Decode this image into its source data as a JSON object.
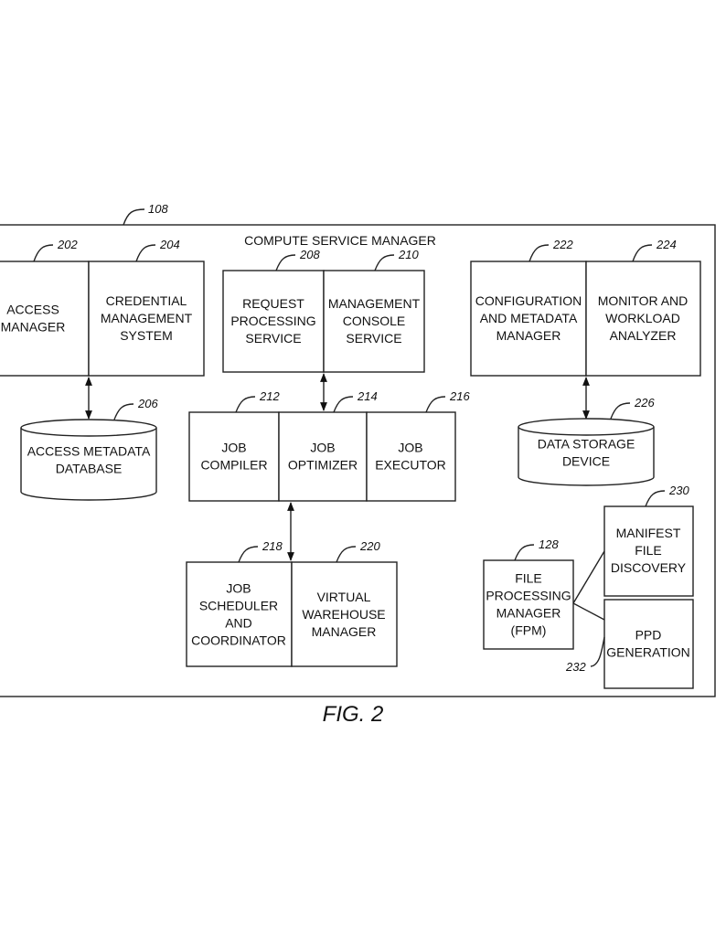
{
  "figure_label": "FIG. 2",
  "container": {
    "title": "COMPUTE SERVICE MANAGER",
    "ref": "108"
  },
  "components": {
    "access_manager": {
      "ref": "202",
      "lines": [
        "ACCESS",
        "MANAGER"
      ]
    },
    "credential_management": {
      "ref": "204",
      "lines": [
        "CREDENTIAL",
        "MANAGEMENT",
        "SYSTEM"
      ]
    },
    "access_metadata_db": {
      "ref": "206",
      "lines": [
        "ACCESS METADATA",
        "DATABASE"
      ]
    },
    "request_processing": {
      "ref": "208",
      "lines": [
        "REQUEST",
        "PROCESSING",
        "SERVICE"
      ]
    },
    "management_console": {
      "ref": "210",
      "lines": [
        "MANAGEMENT",
        "CONSOLE",
        "SERVICE"
      ]
    },
    "job_compiler": {
      "ref": "212",
      "lines": [
        "JOB",
        "COMPILER"
      ]
    },
    "job_optimizer": {
      "ref": "214",
      "lines": [
        "JOB",
        "OPTIMIZER"
      ]
    },
    "job_executor": {
      "ref": "216",
      "lines": [
        "JOB",
        "EXECUTOR"
      ]
    },
    "job_scheduler": {
      "ref": "218",
      "lines": [
        "JOB",
        "SCHEDULER",
        "AND",
        "COORDINATOR"
      ]
    },
    "virtual_warehouse": {
      "ref": "220",
      "lines": [
        "VIRTUAL",
        "WAREHOUSE",
        "MANAGER"
      ]
    },
    "config_metadata": {
      "ref": "222",
      "lines": [
        "CONFIGURATION",
        "AND METADATA",
        "MANAGER"
      ]
    },
    "monitor_workload": {
      "ref": "224",
      "lines": [
        "MONITOR AND",
        "WORKLOAD",
        "ANALYZER"
      ]
    },
    "data_storage": {
      "ref": "226",
      "lines": [
        "DATA STORAGE",
        "DEVICE"
      ]
    },
    "file_processing": {
      "ref": "128",
      "lines": [
        "FILE",
        "PROCESSING",
        "MANAGER",
        "(FPM)"
      ]
    },
    "manifest_discovery": {
      "ref": "230",
      "lines": [
        "MANIFEST",
        "FILE",
        "DISCOVERY"
      ]
    },
    "ppd_generation": {
      "ref": "232",
      "lines": [
        "PPD",
        "GENERATION"
      ]
    }
  },
  "connections": [
    {
      "from": "access_manager",
      "to": "access_metadata_db",
      "type": "bidirectional"
    },
    {
      "from": "request_processing",
      "to": "job_optimizer",
      "type": "bidirectional"
    },
    {
      "from": "job_optimizer",
      "to": "job_scheduler",
      "type": "bidirectional"
    },
    {
      "from": "config_metadata",
      "to": "data_storage",
      "type": "bidirectional"
    },
    {
      "from": "file_processing",
      "to": "manifest_discovery",
      "type": "line"
    },
    {
      "from": "file_processing",
      "to": "ppd_generation",
      "type": "line"
    }
  ]
}
